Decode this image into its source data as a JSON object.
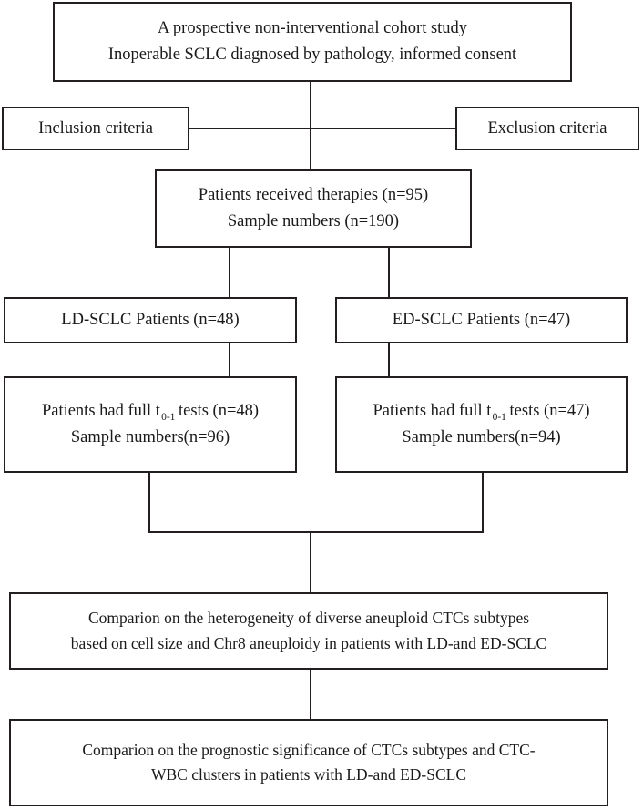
{
  "diagram": {
    "type": "study-flowchart",
    "title_text": "",
    "line_color": "#231f20",
    "background": "#ffffff",
    "nodes": {
      "study_header": {
        "line1": "A prospective non-interventional cohort study",
        "line2": "Inoperable SCLC diagnosed by pathology, informed consent"
      },
      "inclusion": {
        "label": "Inclusion criteria"
      },
      "exclusion": {
        "label": "Exclusion criteria"
      },
      "enrolled": {
        "line1": "Patients received therapies (n=95)",
        "line2": "Sample numbers (n=190)"
      },
      "ld_patients": {
        "label": "LD-SCLC Patients (n=48)"
      },
      "ed_patients": {
        "label": "ED-SCLC Patients (n=47)"
      },
      "ld_tests": {
        "line1_prefix": "Patients had full t",
        "line1_subscript": "0-1",
        "line1_suffix": "tests (n=48)",
        "line2": "Sample numbers(n=96)"
      },
      "ed_tests": {
        "line1_prefix": "Patients had full t",
        "line1_subscript": "0-1",
        "line1_suffix": "tests (n=47)",
        "line2": "Sample numbers(n=94)"
      },
      "comparison_heterogeneity": {
        "line1": "Comparion on the heterogeneity of diverse aneuploid CTCs subtypes",
        "line2": "based on cell size and Chr8 aneuploidy in patients with LD-and ED-SCLC"
      },
      "comparison_prognostic": {
        "line1": "Comparion on the prognostic significance of CTCs subtypes and CTC-",
        "line2": "WBC clusters in patients with LD-and ED-SCLC"
      }
    }
  }
}
